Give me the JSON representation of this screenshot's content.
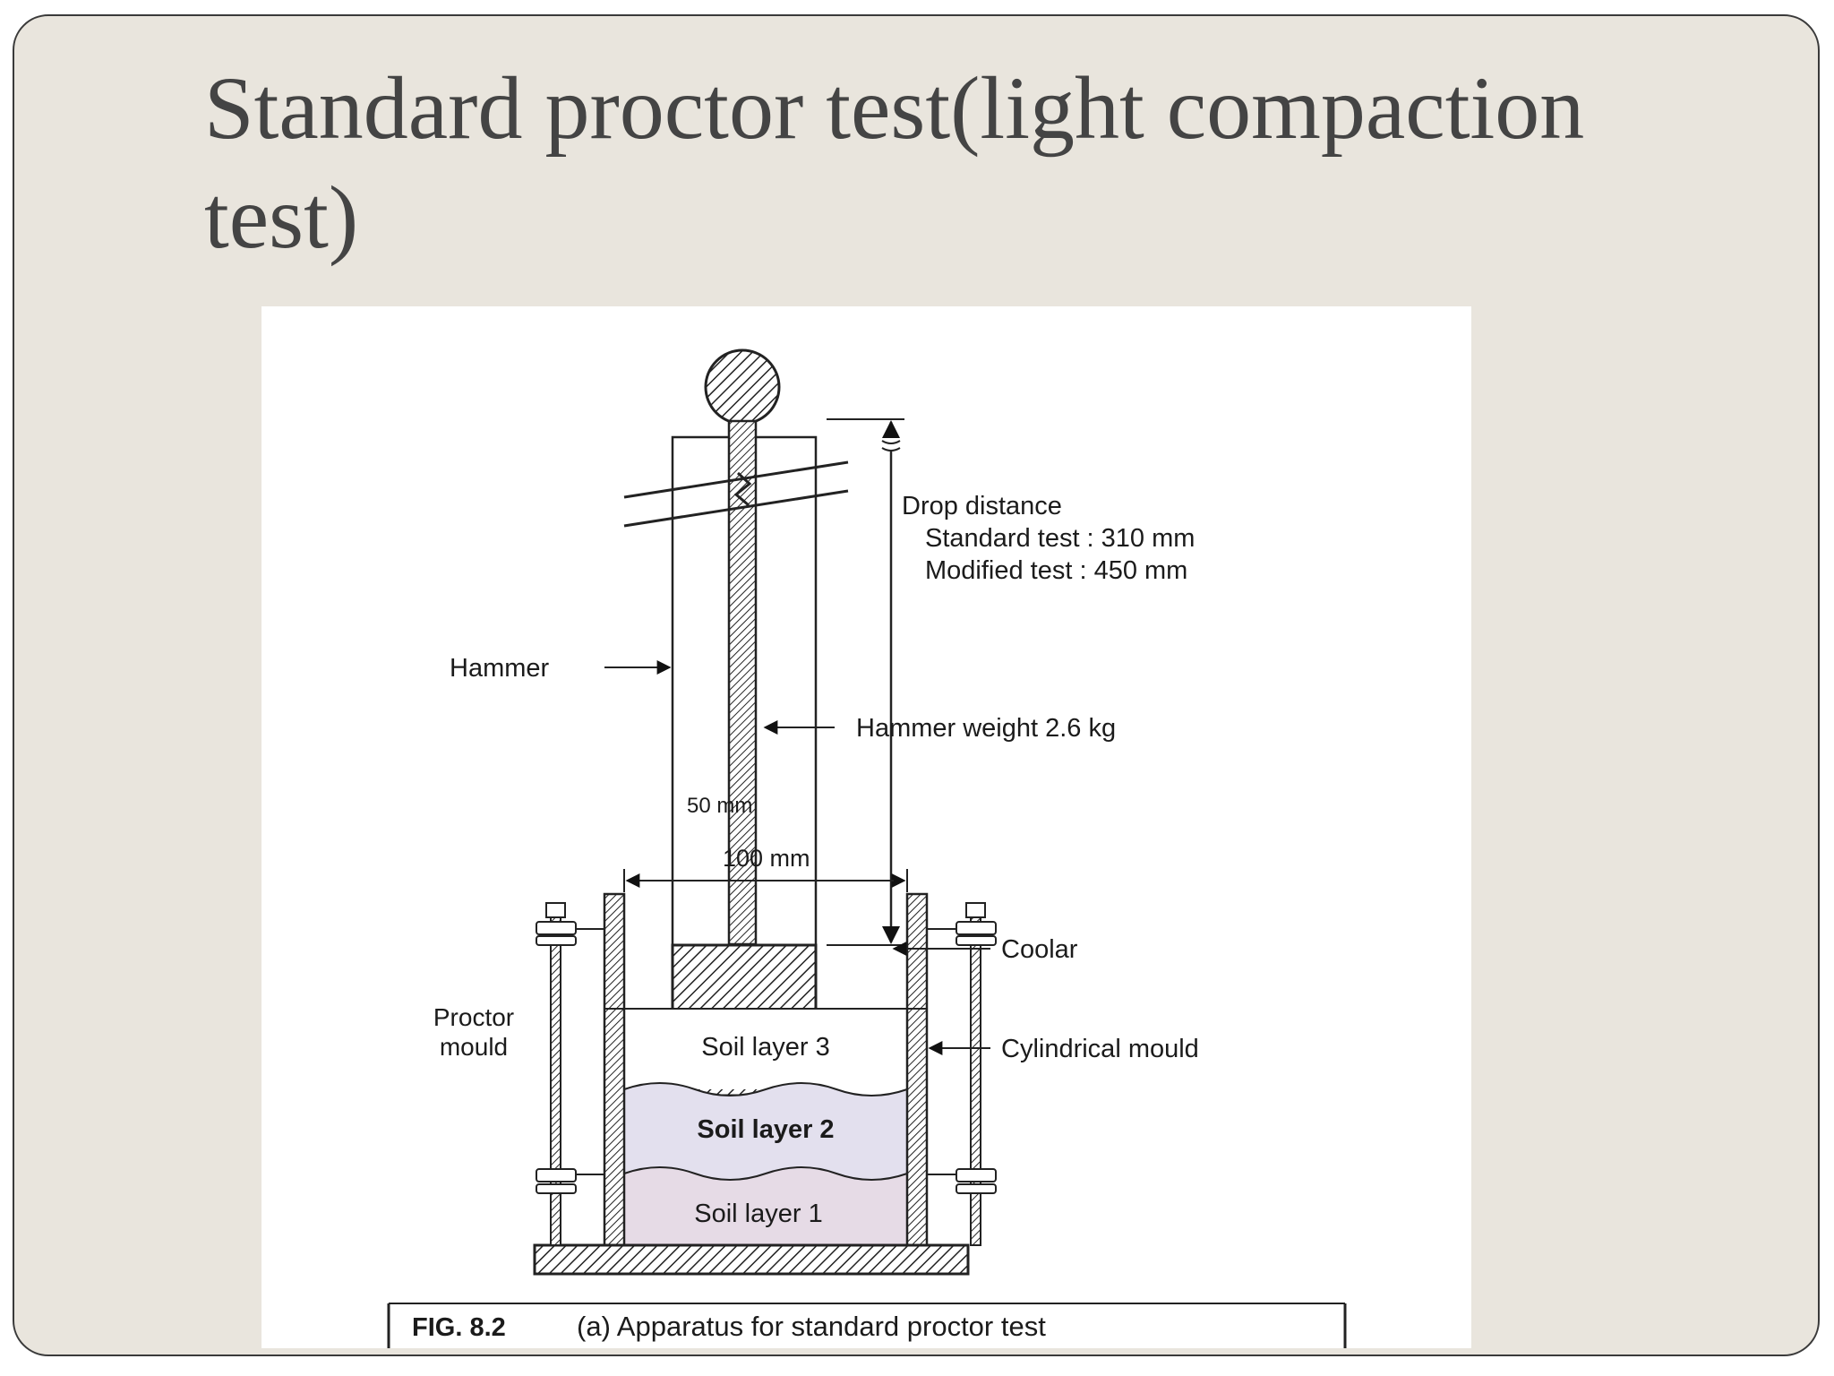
{
  "slide": {
    "title": "Standard proctor test(light compaction test)"
  },
  "figure": {
    "drop_distance_label": "Drop distance",
    "standard_test_label": "Standard test : 310  mm",
    "modified_test_label": "Modified test : 450 mm",
    "hammer_label": "Hammer",
    "hammer_weight_label": "Hammer weight 2.6 kg",
    "hammer_width_label": "50 mm",
    "mould_width_label": "100 mm",
    "collar_label": "Coolar",
    "proctor_label_line1": "Proctor",
    "proctor_label_line2": "mould",
    "cylindrical_mould_label": "Cylindrical mould",
    "soil_layer_3": "Soil layer 3",
    "soil_layer_2": "Soil layer 2",
    "soil_layer_1": "Soil layer 1",
    "caption_number": "FIG. 8.2",
    "caption_text": "(a) Apparatus for standard proctor test"
  }
}
